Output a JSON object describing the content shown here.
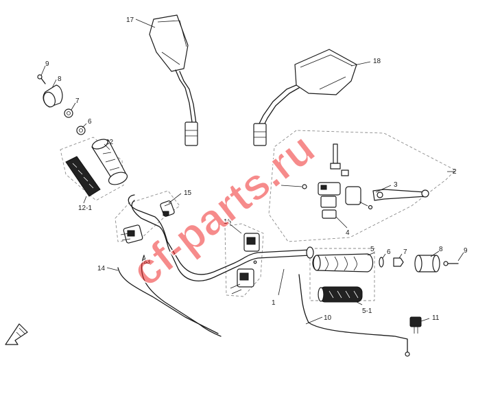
{
  "watermark": "cf-parts.ru",
  "callouts": {
    "c1": "1",
    "c2": "2",
    "c3": "3",
    "c4": "4",
    "c5": "5",
    "c5_1": "5-1",
    "c6l": "6",
    "c6r": "6",
    "c7l": "7",
    "c7r": "7",
    "c8l": "8",
    "c8r": "8",
    "c9l": "9",
    "c9r": "9",
    "c10": "10",
    "c11": "11",
    "c12": "12",
    "c12_1": "12-1",
    "c13": "13",
    "c14": "14",
    "c15": "15",
    "c16": "16",
    "c17": "17",
    "c18": "18"
  },
  "colors": {
    "line": "#1a1a1a",
    "dashed": "#8a8a8a",
    "watermark": "#ef2b2b"
  }
}
